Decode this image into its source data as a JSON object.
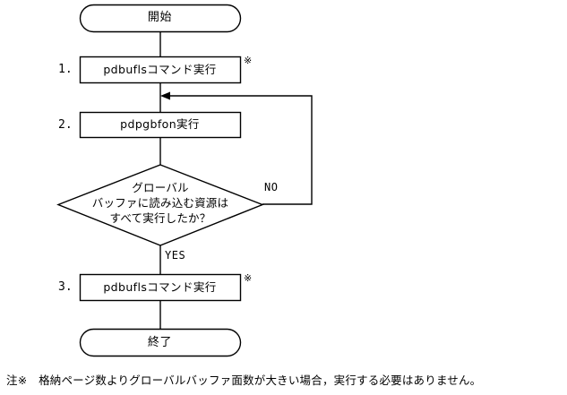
{
  "diagram": {
    "type": "flowchart",
    "title_text": "",
    "stroke_color": "#000000",
    "fill_color": "#ffffff",
    "nodes": {
      "start": {
        "label": "開始",
        "shape": "terminator"
      },
      "step1": {
        "number": "1.",
        "label": "pdbuflsコマンド実行",
        "shape": "process",
        "note_marker": "※"
      },
      "step2": {
        "number": "2.",
        "label": "pdpgbfon実行",
        "shape": "process",
        "note_marker": ""
      },
      "decision": {
        "shape": "decision",
        "lines": [
          "グローバル",
          "バッファに読み込む資源は",
          "すべて実行したか？"
        ]
      },
      "step3": {
        "number": "3.",
        "label": "pdbuflsコマンド実行",
        "shape": "process",
        "note_marker": "※"
      },
      "end": {
        "label": "終了",
        "shape": "terminator"
      }
    },
    "branch_labels": {
      "no": "NO",
      "yes": "YES"
    },
    "footnote": "注※　格納ページ数よりグローバルバッファ面数が大きい場合，実行する必要はありません。"
  }
}
